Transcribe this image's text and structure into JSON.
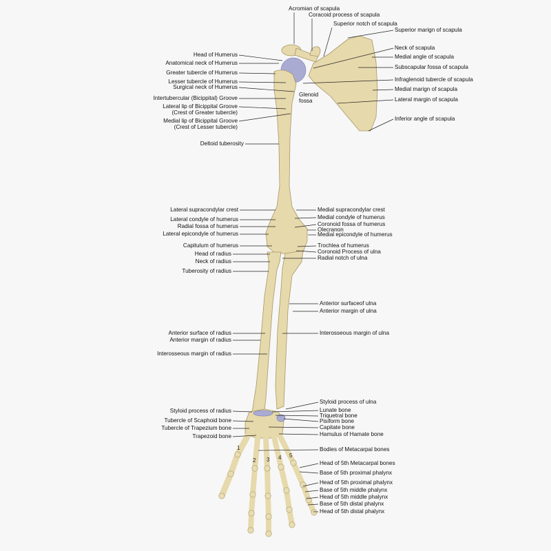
{
  "colors": {
    "background": "#f7f7f7",
    "bone": "#e6d9ab",
    "bone_outline": "#a8956a",
    "cartilage": "#a9abd2",
    "leader_line": "#222222"
  },
  "labels_left": [
    "Head of Humerus",
    "Anatomical neck of Humerus",
    "Greater tubercle of Humerus",
    "Lesser tubercle of Humerus",
    "Surgical neck of Humerus",
    "Intertubercular (Bicippital) Groove",
    "Lateral lip of Bicippital Groove\n(Crest of Greater tubercle)",
    "Medial lip of Bicippital Groove\n(Crest of Lesser tubercle)",
    "Deltoid tuberosity",
    "Lateral supracondylar crest",
    "Lateral condyle of humerus",
    "Radial fossa of humerus",
    "Lateral epicondyle of humerus",
    "Capitulum of humerus",
    "Head of radius",
    "Neck of radius",
    "Tuberosity of radius",
    "Anterior surface of radius",
    "Anterior margin of radius",
    "Interosseous margin of radius",
    "Styloid process of radius",
    "Tubercle of Scaphoid bone",
    "Tubercle of Trapezium bone",
    "Trapezoid bone"
  ],
  "labels_right": [
    "Acromian of scapula",
    "Coracoid process of scapula",
    "Superior notch of scapula",
    "Superior marign of scapula",
    "Neck of scapula",
    "Medial angle of scapula",
    "Subscapular fossa of scapula",
    "Infraglenoid tubercle of scapula",
    "Medial marign of scapula",
    "Lateral margin of scapula",
    "Inferior angle of scapula",
    "Glenoid\nfossa",
    "Medial supracondylar crest",
    "Medial condyle of humerus",
    "Coronoid fossa of humerus",
    "Olecranon",
    "Medial epicondyle of humerus",
    "Trochlea of humerus",
    "Coronoid Process of ulna",
    "Radial notch of ulna",
    "Anterior surfaceof ulna",
    "Anterior margin of ulna",
    "Interosseous margin of ulna",
    "Styloid process of ulna",
    "Lunate bone",
    "Triquetral bone",
    "Pisiform bone",
    "Capitate bone",
    "Hamulus of Hamate bone",
    "Bodies of Metacarpal bones",
    "Head of 5th Metacarpal bones",
    "Base of 5th proximal phalynx",
    "Head of 5th proximal phalynx",
    "Base of 5th middle phalynx",
    "Head of 5th middle phalynx",
    "Base of 5th distal phalynx",
    "Head of 5th distal phalynx"
  ],
  "metacarpal_numbers": [
    "1",
    "2",
    "3",
    "4",
    "5"
  ]
}
